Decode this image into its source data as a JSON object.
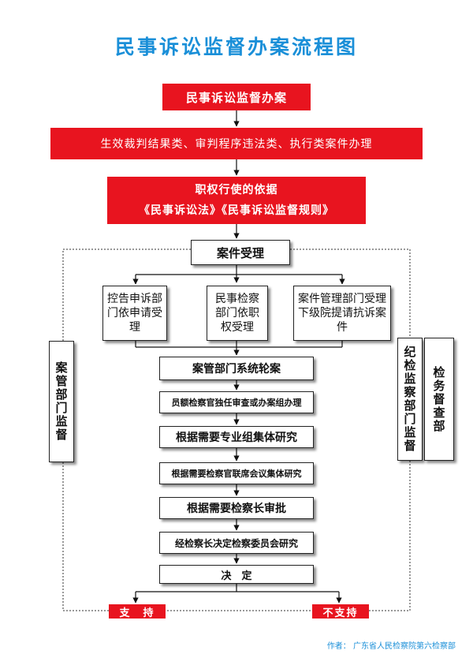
{
  "title": "民事诉讼监督办案流程图",
  "top_box": "民事诉讼监督办案",
  "scope_box": "生效裁判结果类、审判程序违法类、执行类案件办理",
  "basis": {
    "line1": "职权行使的依据",
    "line2": "《民事诉讼法》《民事诉讼监督规则》"
  },
  "accept": "案件受理",
  "sources": [
    "控告申诉部门依申请受理",
    "民事检察部门依职权受理",
    "案件管理部门受理下级院提请抗诉案件"
  ],
  "steps": [
    "案管部门系统轮案",
    "员额检察官独任审查或办案组办理",
    "根据需要专业组集体研究",
    "根据需要检察官联席会议集体研究",
    "根据需要检察长审批",
    "经检察长决定检察委员会研究",
    "决　定"
  ],
  "left_side": "案管部门监督",
  "right_side_1": "纪检监察部门监督",
  "right_side_2": "检务督查部",
  "outcomes": {
    "support": "支　持",
    "not_support": "不支持"
  },
  "author": "作者：  广东省人民检察院第六检察部",
  "colors": {
    "title": "#1a8fd8",
    "red": "#e8141f"
  }
}
